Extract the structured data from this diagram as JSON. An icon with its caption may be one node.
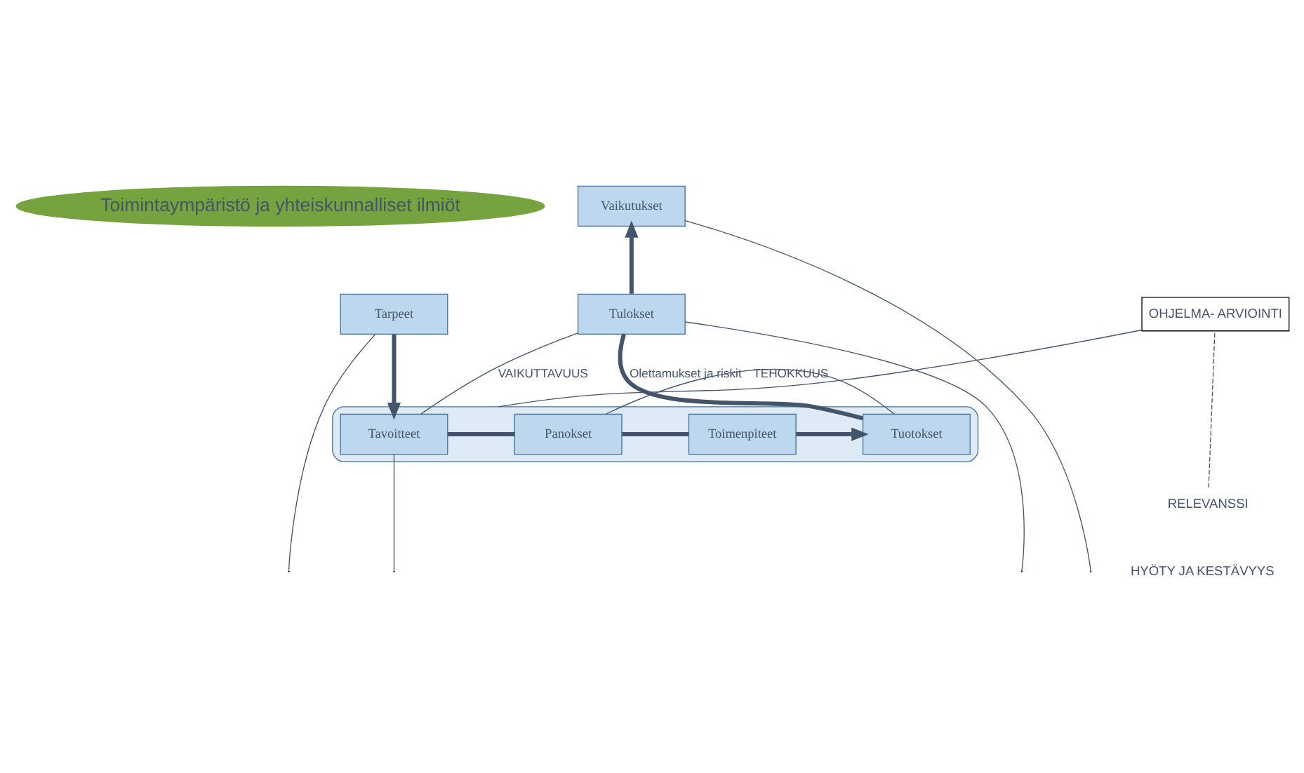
{
  "diagram": {
    "nodes": [
      {
        "text": [
          "Toimintaympäristö ja yhteiskunnalliset ilmiöt"
        ]
      },
      {
        "text": [
          "Vaikutukset"
        ]
      },
      {
        "text": [
          "Tarpeet"
        ]
      },
      {
        "text": [
          "Tulokset"
        ]
      },
      {
        "text": [
          "OHJELMA- ARVIOINTI"
        ]
      },
      {
        "text": [
          "RELEVANSSI"
        ]
      },
      {
        "text": [],
        "shape": "box"
      },
      {
        "text": [
          "Tavoitteet"
        ],
        "in": 6
      },
      {
        "text": [
          "Panokset"
        ],
        "in": 6
      },
      {
        "text": [
          "Toimenpiteet"
        ],
        "in": 6
      },
      {
        "text": [
          "Tuotokset"
        ],
        "in": 6
      }
    ],
    "edges": [
      {
        "from": 2,
        "to": 7,
        "arrow": "to",
        "style": "thick"
      },
      {
        "from": 7,
        "to": 8,
        "arrow": "none",
        "style": "thick"
      },
      {
        "from": 8,
        "to": 9,
        "arrow": "none",
        "style": "thick"
      },
      {
        "from": 9,
        "to": 10,
        "arrow": "to",
        "style": "thick"
      },
      {
        "from": 10,
        "to": 3,
        "arrow": "none",
        "style": "thick",
        "label": "Olettamukset ja riskit"
      },
      {
        "from": 3,
        "to": 1,
        "arrow": "to",
        "style": "thick"
      },
      {
        "from": 8,
        "to": 10,
        "arrow": "none",
        "label": "TEHOKKUUS"
      },
      {
        "from": 7,
        "to": 3,
        "arrow": "none",
        "label": "VAIKUTTAVUUS"
      },
      {
        "from": 5,
        "to": 4,
        "arrow": "none",
        "style": "dashed"
      },
      {
        "from": 4,
        "to": 6,
        "arrow": "none"
      },
      {
        "from": 2,
        "to": null,
        "arrow": "none"
      },
      {
        "from": 7,
        "to": null,
        "arrow": "none"
      },
      {
        "from": 1,
        "to": null,
        "arrow": "none"
      },
      {
        "from": 3,
        "to": null,
        "arrow": "none"
      }
    ],
    "labels": [
      "HYÖTY JA KESTÄVYYS"
    ]
  }
}
